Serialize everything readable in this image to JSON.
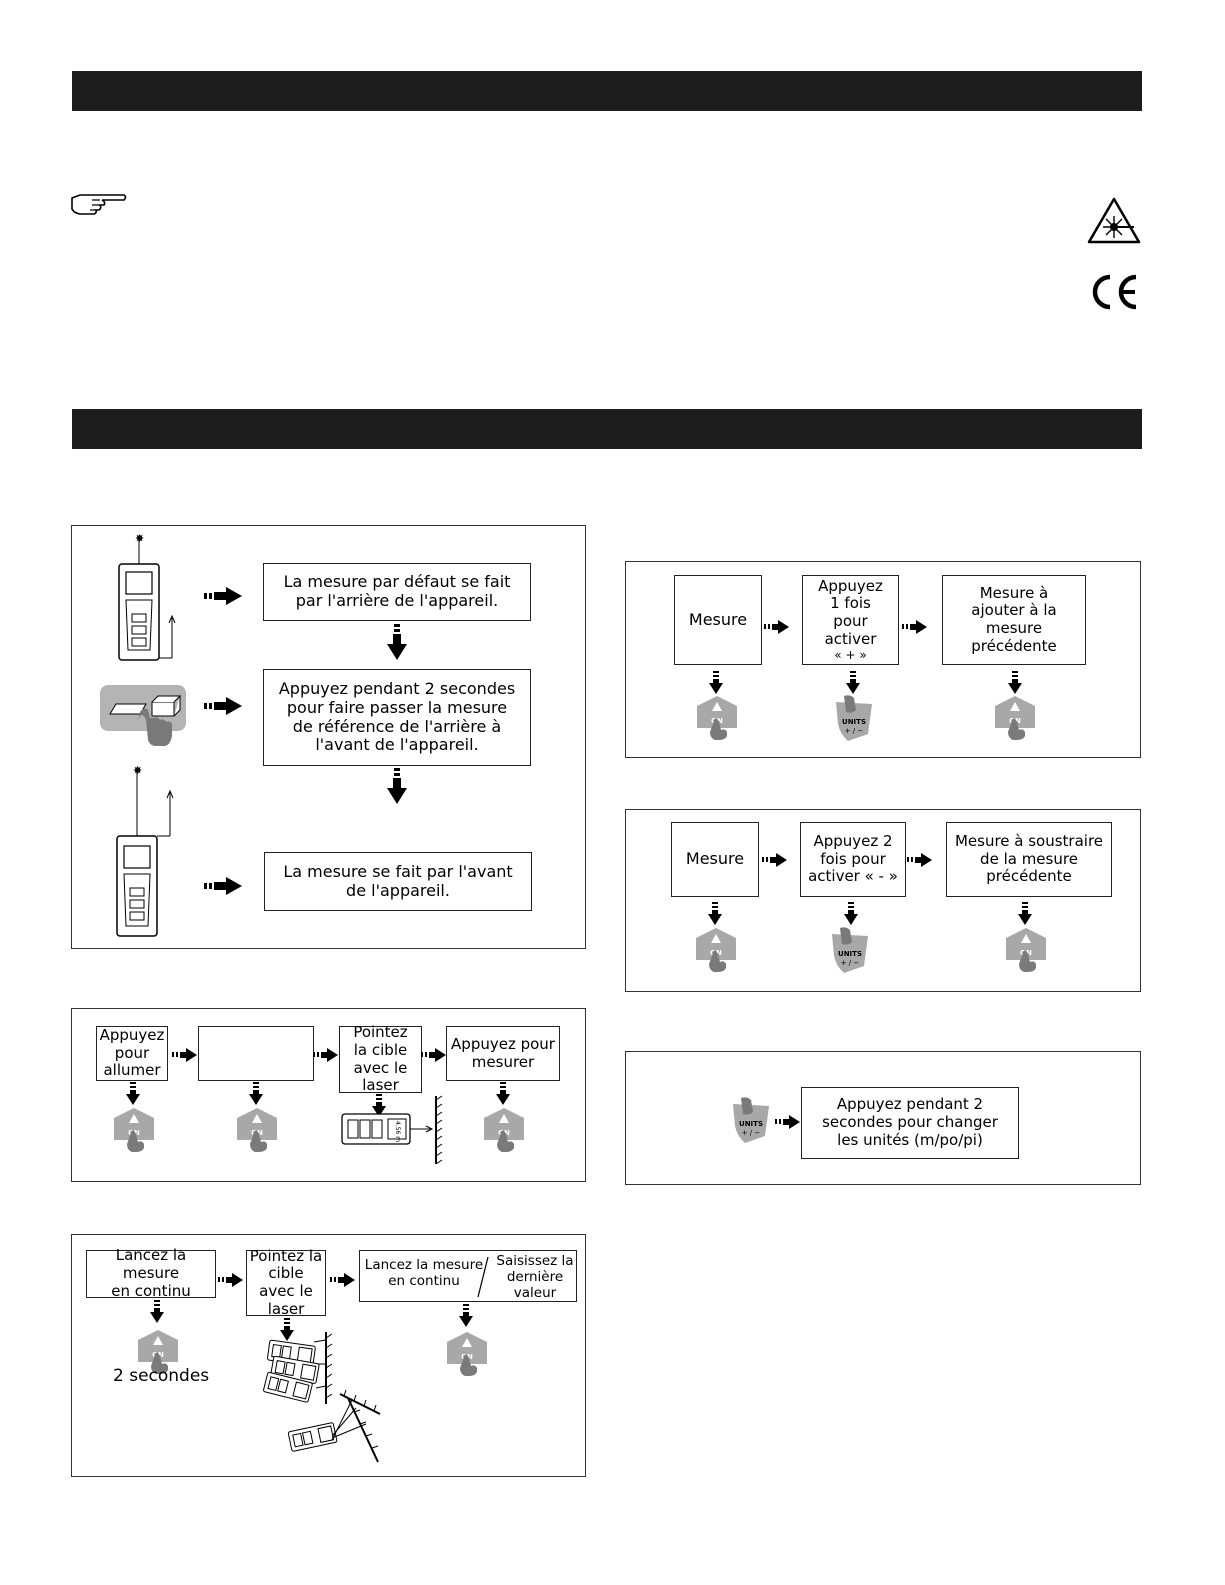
{
  "icons": {
    "pointing_hand": "pointing-hand-icon",
    "laser_warning": "laser-warning-icon",
    "ce_mark": "ce-mark-icon",
    "on_button": "on-button-icon",
    "units_button": "units-button-icon"
  },
  "colors": {
    "header_bar": "#1c1c1c",
    "button_gray": "#a8a8a8",
    "hand_gray": "#7a7a7a"
  },
  "button_labels": {
    "on": "ON",
    "units": "UNITS",
    "units_sign": "+ / −",
    "display_reading": "4.56 m"
  },
  "reference": {
    "step1": [
      "La mesure par défaut se fait",
      "par l'arrière de l'appareil."
    ],
    "step2": [
      "Appuyez pendant 2 secondes",
      "pour faire passer la mesure",
      "de référence de l'arrière à",
      "l'avant de l'appareil."
    ],
    "step3": [
      "La mesure se fait par l'avant",
      "de l'appareil."
    ]
  },
  "single": {
    "step1": [
      "Appuyez",
      "pour",
      "allumer"
    ],
    "step3": [
      "Pointez",
      "la cible",
      "avec le",
      "laser"
    ],
    "step4": [
      "Appuyez pour",
      "mesurer"
    ]
  },
  "continuous": {
    "step1": [
      "Lancez la mesure",
      "en continu"
    ],
    "step1_note": "2 secondes",
    "step2": [
      "Pointez la",
      "cible",
      "avec le",
      "laser"
    ],
    "step3_left": [
      "Lancez la mesure",
      "en continu"
    ],
    "step3_right": [
      "Saisissez la",
      "dernière",
      "valeur"
    ]
  },
  "addition": {
    "step1": "Mesure",
    "step2": [
      "Appuyez",
      "1 fois",
      "pour",
      "activer",
      "« + »"
    ],
    "step3": [
      "Mesure à",
      "ajouter à la",
      "mesure",
      "précédente"
    ]
  },
  "subtraction": {
    "step1": "Mesure",
    "step2": [
      "Appuyez 2",
      "fois pour",
      "activer « - »"
    ],
    "step3": [
      "Mesure à soustraire",
      "de la mesure",
      "précédente"
    ]
  },
  "units": {
    "step1": [
      "Appuyez pendant 2",
      "secondes pour changer",
      "les unités (m/po/pi)"
    ]
  }
}
